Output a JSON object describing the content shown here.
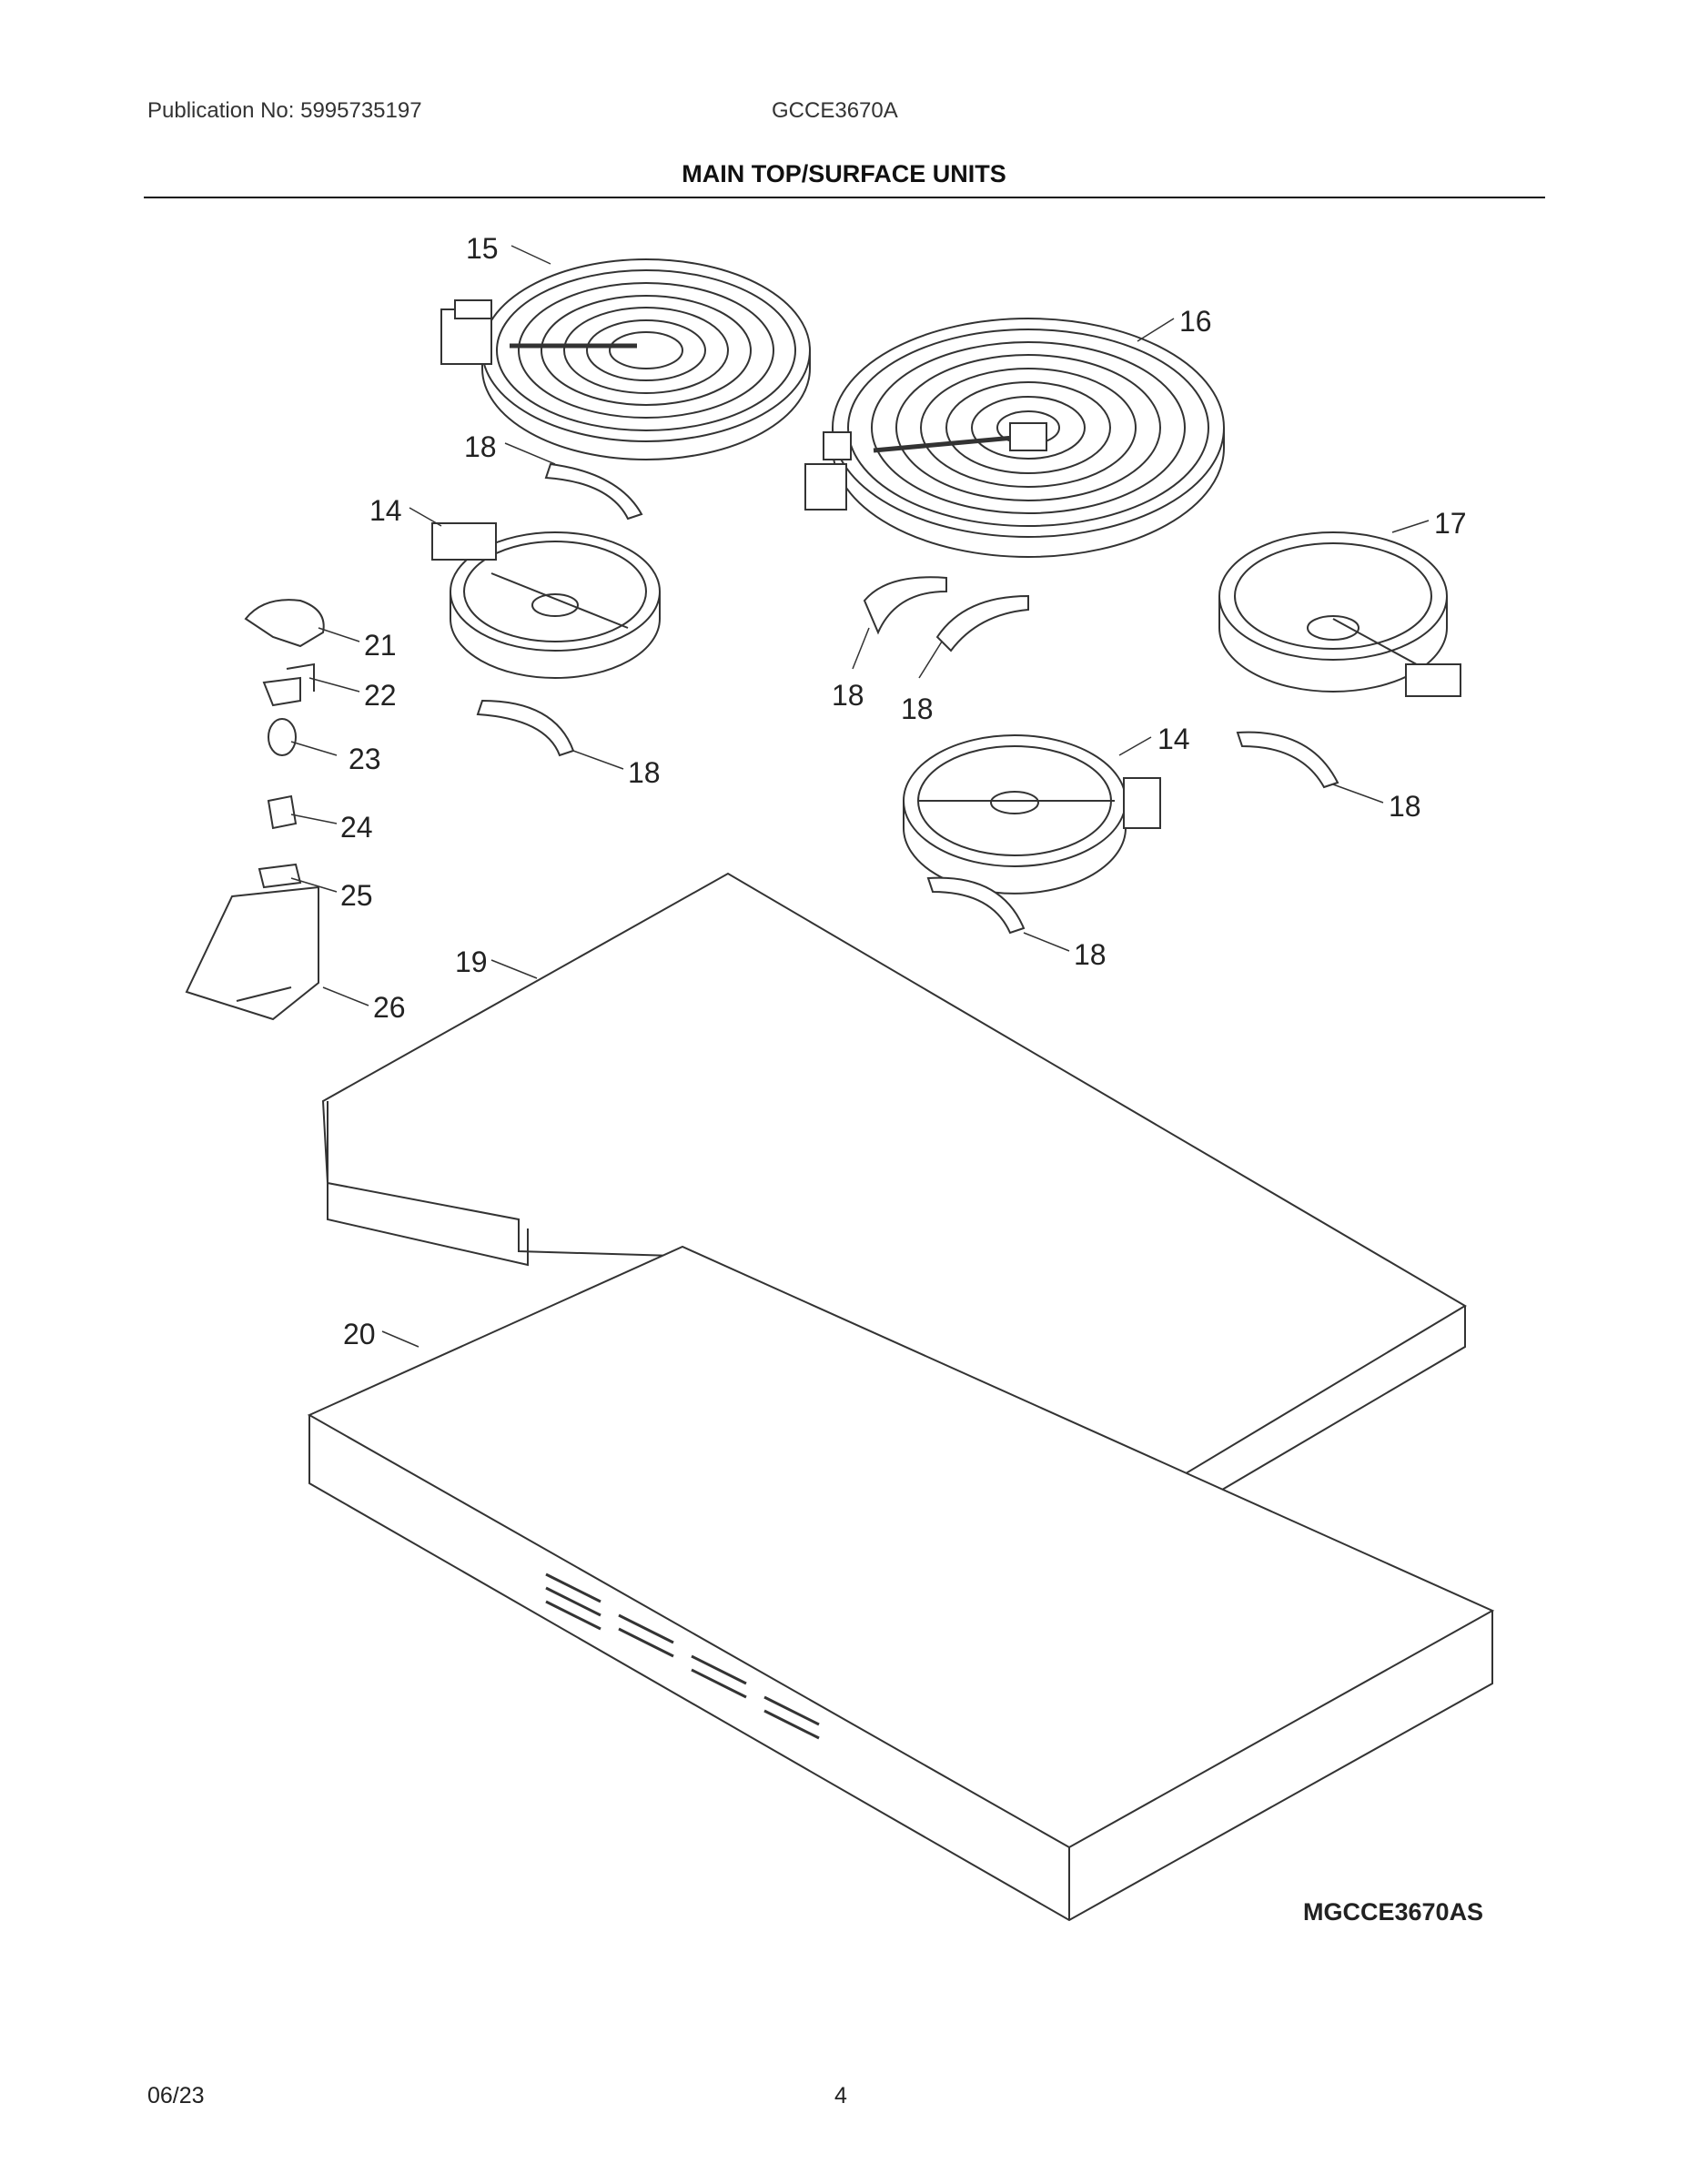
{
  "header": {
    "publication": "Publication No: 5995735197",
    "model": "GCCE3670A",
    "title": "MAIN TOP/SURFACE UNITS"
  },
  "callouts": [
    {
      "id": "c15",
      "text": "15"
    },
    {
      "id": "c16",
      "text": "16"
    },
    {
      "id": "c18a",
      "text": "18"
    },
    {
      "id": "c14a",
      "text": "14"
    },
    {
      "id": "c17",
      "text": "17"
    },
    {
      "id": "c21",
      "text": "21"
    },
    {
      "id": "c22",
      "text": "22"
    },
    {
      "id": "c18b",
      "text": "18"
    },
    {
      "id": "c18c",
      "text": "18"
    },
    {
      "id": "c23",
      "text": "23"
    },
    {
      "id": "c18d",
      "text": "18"
    },
    {
      "id": "c14b",
      "text": "14"
    },
    {
      "id": "c24",
      "text": "24"
    },
    {
      "id": "c18e",
      "text": "18"
    },
    {
      "id": "c25",
      "text": "25"
    },
    {
      "id": "c19",
      "text": "19"
    },
    {
      "id": "c18f",
      "text": "18"
    },
    {
      "id": "c26",
      "text": "26"
    },
    {
      "id": "c20",
      "text": "20"
    }
  ],
  "diagram_code": "MGCCE3670AS",
  "footer": {
    "date": "06/23",
    "page": "4"
  }
}
